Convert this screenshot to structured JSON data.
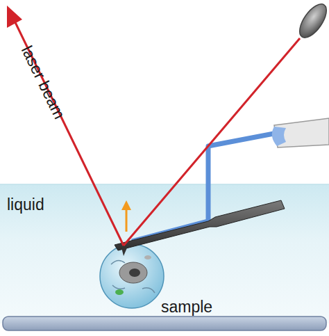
{
  "diagram": {
    "labels": [
      "laser beam",
      "liquid",
      "sample"
    ]
  }
}
